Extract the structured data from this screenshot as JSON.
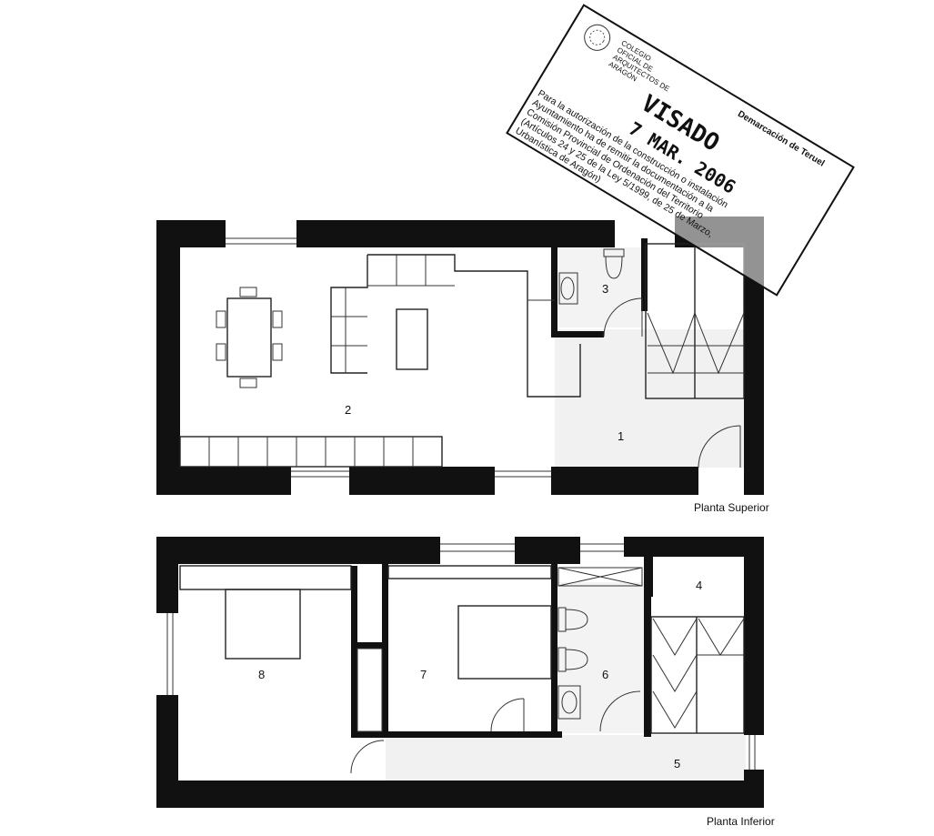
{
  "plans": [
    {
      "label": "Planta Superior"
    },
    {
      "label": "Planta Inferior"
    }
  ],
  "rooms": {
    "r1": "1",
    "r2": "2",
    "r3": "3",
    "r4": "4",
    "r5": "5",
    "r6": "6",
    "r7": "7",
    "r8": "8"
  },
  "stamp": {
    "org": [
      "COLEGIO",
      "OFICIAL DE",
      "ARQUITECTOS DE",
      "ARAGÓN"
    ],
    "demarcacion": "Demarcación de Teruel",
    "visado": "VISADO",
    "date": "7 MAR. 2006",
    "body": [
      "Para la autorización de la construcción o instalación",
      "Ayuntamiento ha de remitir la documentación a la",
      "Comisión Provincial de Ordenación del Territorio",
      "(Artículos 24 y 25 de la Ley 5/1999, de 25 de Marzo,",
      "Urbanística de Aragón)"
    ]
  }
}
